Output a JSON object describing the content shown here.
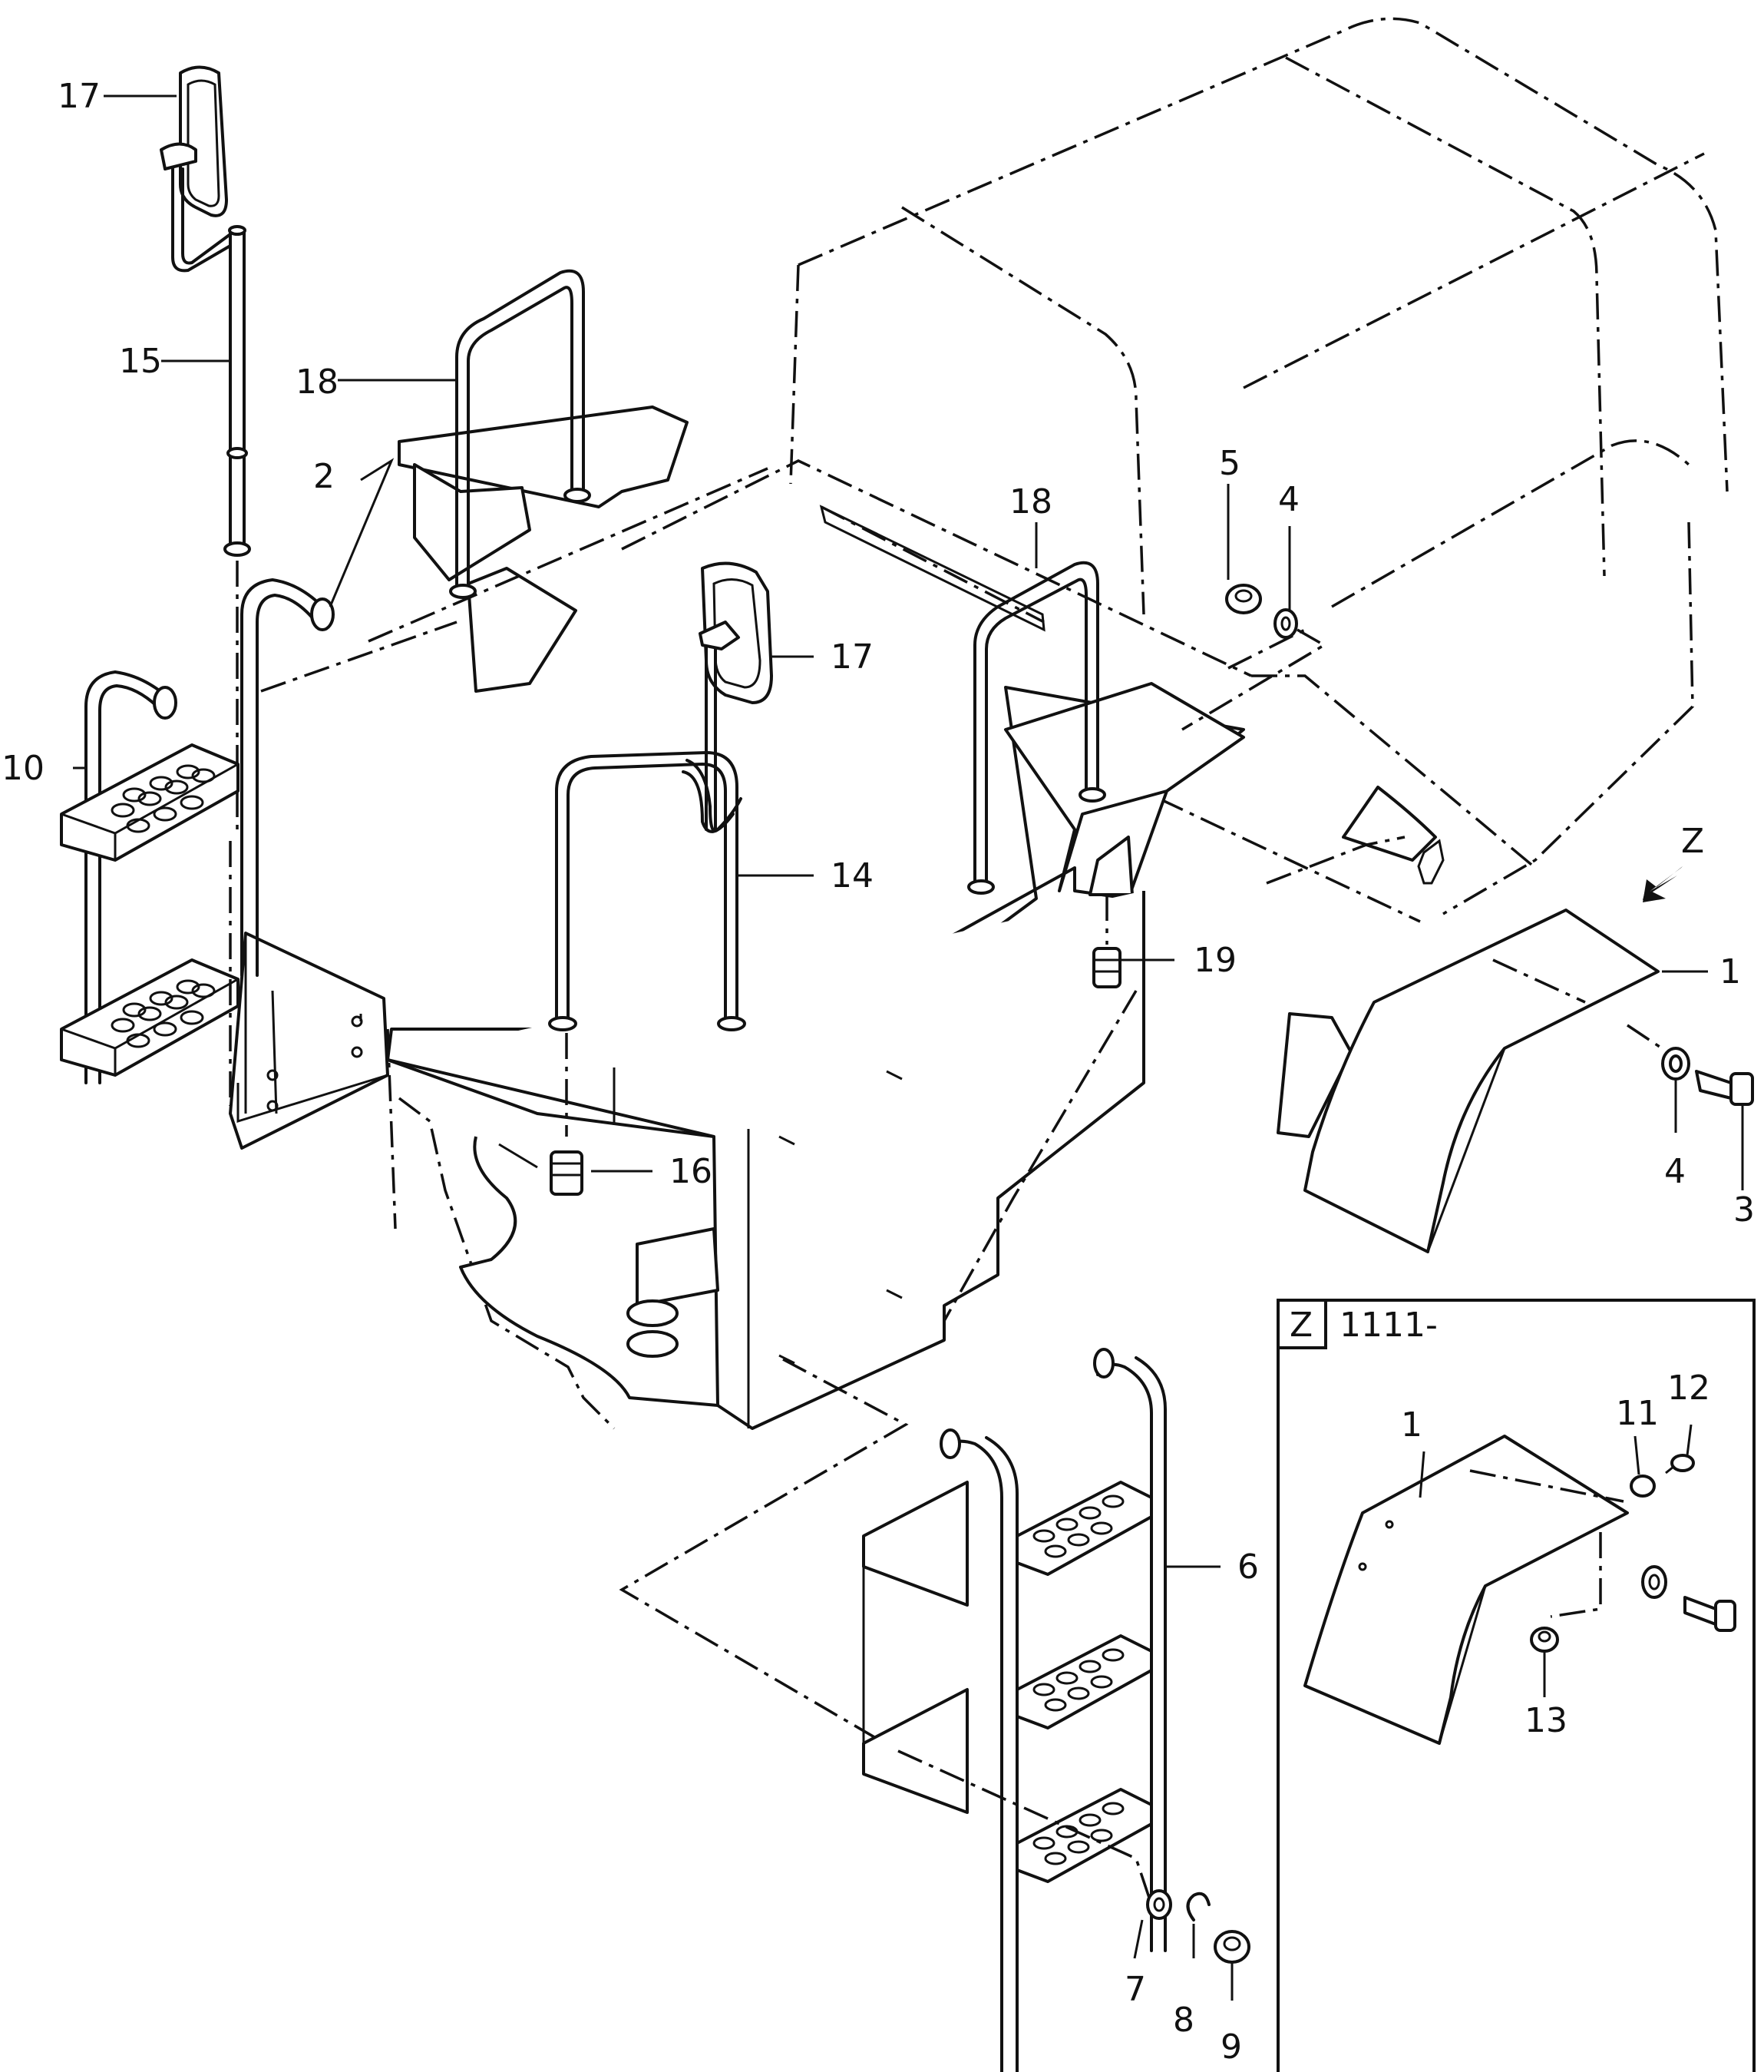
{
  "callouts": {
    "c1": "1",
    "c2": "2",
    "c3": "3",
    "c4a": "4",
    "c4b": "4",
    "c5": "5",
    "c6": "6",
    "c7": "7",
    "c8": "8",
    "c9": "9",
    "c10": "10",
    "c14": "14",
    "c15": "15",
    "c16": "16",
    "c17a": "17",
    "c17b": "17",
    "c18a": "18",
    "c18b": "18",
    "c19": "19",
    "z_arrow": "Z"
  },
  "detail_view": {
    "view_letter": "Z",
    "serial_from": "1111-",
    "c1": "1",
    "c11": "11",
    "c12": "12",
    "c13": "13"
  }
}
